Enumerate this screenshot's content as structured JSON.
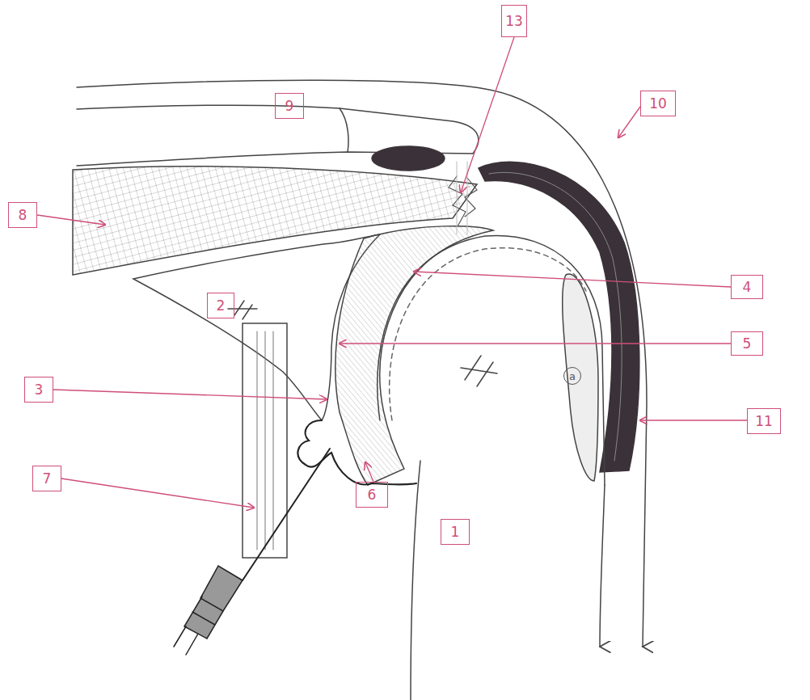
{
  "diagram": {
    "nodes": [
      {
        "text": [
          "13"
        ]
      },
      {
        "text": [
          "9"
        ]
      },
      {
        "text": [
          "10"
        ]
      },
      {
        "text": [
          "8"
        ]
      },
      {
        "text": [
          "4"
        ]
      },
      {
        "text": [
          "2"
        ]
      },
      {
        "text": [
          "5"
        ]
      },
      {
        "text": [
          "3"
        ]
      },
      {
        "text": [
          "a"
        ]
      },
      {
        "text": [
          "11"
        ]
      },
      {
        "text": [
          "7"
        ]
      },
      {
        "text": [
          "6"
        ]
      },
      {
        "text": [
          "1"
        ]
      }
    ]
  }
}
